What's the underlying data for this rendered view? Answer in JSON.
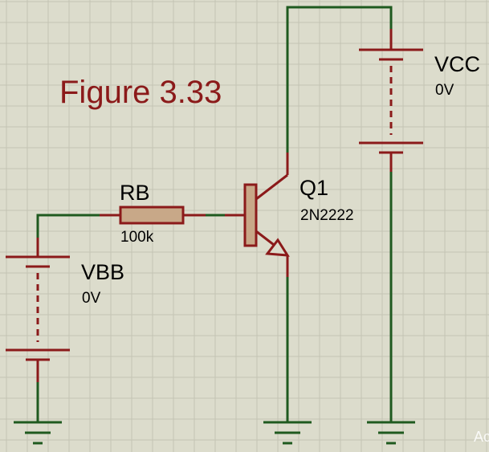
{
  "figure_title": "Figure 3.33",
  "components": {
    "rb": {
      "name": "RB",
      "value": "100k"
    },
    "vbb": {
      "name": "VBB",
      "value": "0V"
    },
    "vcc": {
      "name": "VCC",
      "value": "0V"
    },
    "q1": {
      "name": "Q1",
      "value": "2N2222"
    }
  },
  "watermark": "Ac",
  "colors": {
    "background": "#dcdccc",
    "grid": "#c4c4b4",
    "wire": "#1f5a1f",
    "component": "#8b1a1a",
    "title_text": "#8b1a1a",
    "label_text": "#000000",
    "watermark_text": "#ffffff"
  }
}
